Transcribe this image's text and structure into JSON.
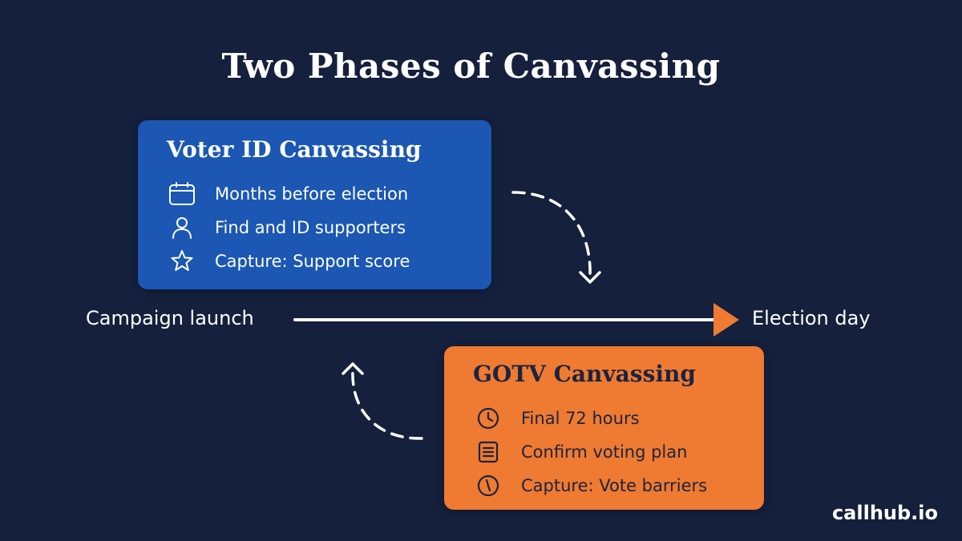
{
  "title": "Two Phases of Canvassing",
  "timeline": {
    "start_label": "Campaign launch",
    "end_label": "Election day"
  },
  "phase_voter_id": {
    "title": "Voter ID Canvassing",
    "color": "#1b57b3",
    "items": [
      {
        "icon": "calendar-icon",
        "text": "Months before election"
      },
      {
        "icon": "person-icon",
        "text": "Find and ID supporters"
      },
      {
        "icon": "star-icon",
        "text": "Capture: Support score"
      }
    ]
  },
  "phase_gotv": {
    "title": "GOTV Canvassing",
    "color": "#ef7a31",
    "items": [
      {
        "icon": "clock-icon",
        "text": "Final 72 hours"
      },
      {
        "icon": "list-icon",
        "text": "Confirm voting plan"
      },
      {
        "icon": "clock-icon",
        "text": "Capture: Vote barriers"
      }
    ]
  },
  "brand": "callhub.io",
  "colors": {
    "background": "#14203c",
    "arrow_head": "#ef7a31",
    "text_dark": "#1b2440"
  }
}
